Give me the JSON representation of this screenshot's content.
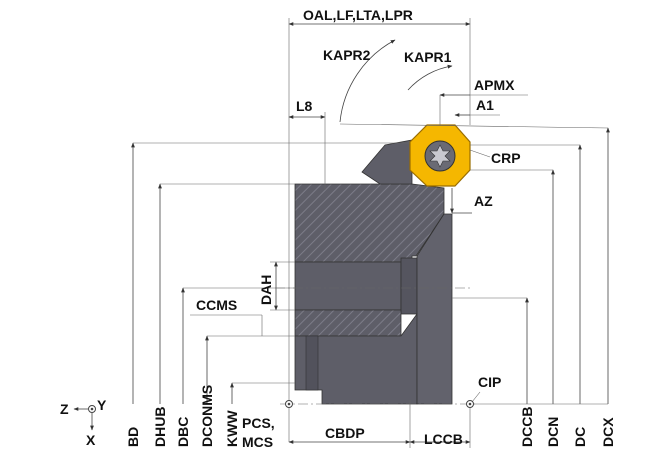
{
  "colors": {
    "body_fill": "#5e5e68",
    "hatch": "#7c7c88",
    "insert_fill": "#f5b700",
    "insert_edge": "#9a6d00",
    "line": "#444444",
    "text": "#111111"
  },
  "labels": {
    "oal": "OAL,LF,LTA,LPR",
    "kapr2": "KAPR2",
    "kapr1": "KAPR1",
    "apmx": "APMX",
    "l8": "L8",
    "a1": "A1",
    "crp": "CRP",
    "az": "AZ",
    "dah": "DAH",
    "ccms": "CCMS",
    "cip": "CIP",
    "pcs": "PCS,",
    "mcs": "MCS",
    "cbdp": "CBDP",
    "lccb": "LCCB",
    "bd": "BD",
    "dhub": "DHUB",
    "dbc": "DBC",
    "dconms": "DCONMS",
    "kww": "KWW",
    "dccb": "DCCB",
    "dcn": "DCN",
    "dc": "DC",
    "dcx": "DCX",
    "axis_z": "Z",
    "axis_y": "Y",
    "axis_x": "X"
  },
  "icons": {
    "insert": "torx-screw-icon",
    "coordinate": "coordinate-system-icon"
  }
}
